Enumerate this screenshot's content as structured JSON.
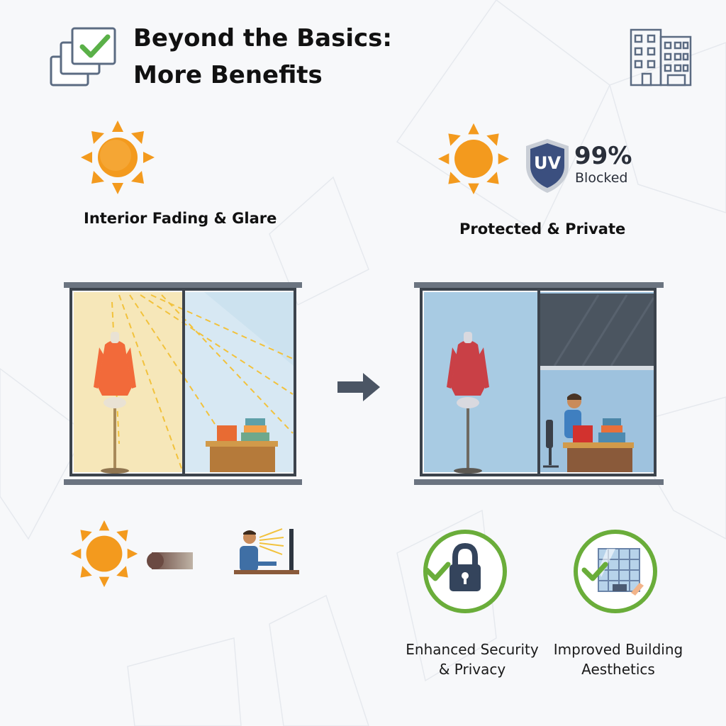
{
  "header": {
    "title_line1": "Beyond the Basics:",
    "title_line2": "More Benefits",
    "logo_icon": "checklist-pages-icon",
    "corner_icon": "office-building-icon"
  },
  "before": {
    "label": "Interior Fading & Glare",
    "icon": "sun-icon"
  },
  "after": {
    "label": "Protected & Private",
    "badge_text": "UV",
    "uv_percent": "99%",
    "uv_caption": "Blocked"
  },
  "features": [
    {
      "icon": "padlock-check-icon",
      "line1": "Enhanced Security",
      "line2": "& Privacy"
    },
    {
      "icon": "building-check-icon",
      "line1": "Improved Building",
      "line2": "Aesthetics"
    }
  ],
  "colors": {
    "sun": "#f39a1e",
    "frame": "#555d68",
    "badge": "#3b4f7f",
    "check_green": "#6aad3a",
    "glass_blue": "#a8cbe3",
    "warm_glass": "#f6e7b9",
    "tint_dark": "#4b5560"
  }
}
